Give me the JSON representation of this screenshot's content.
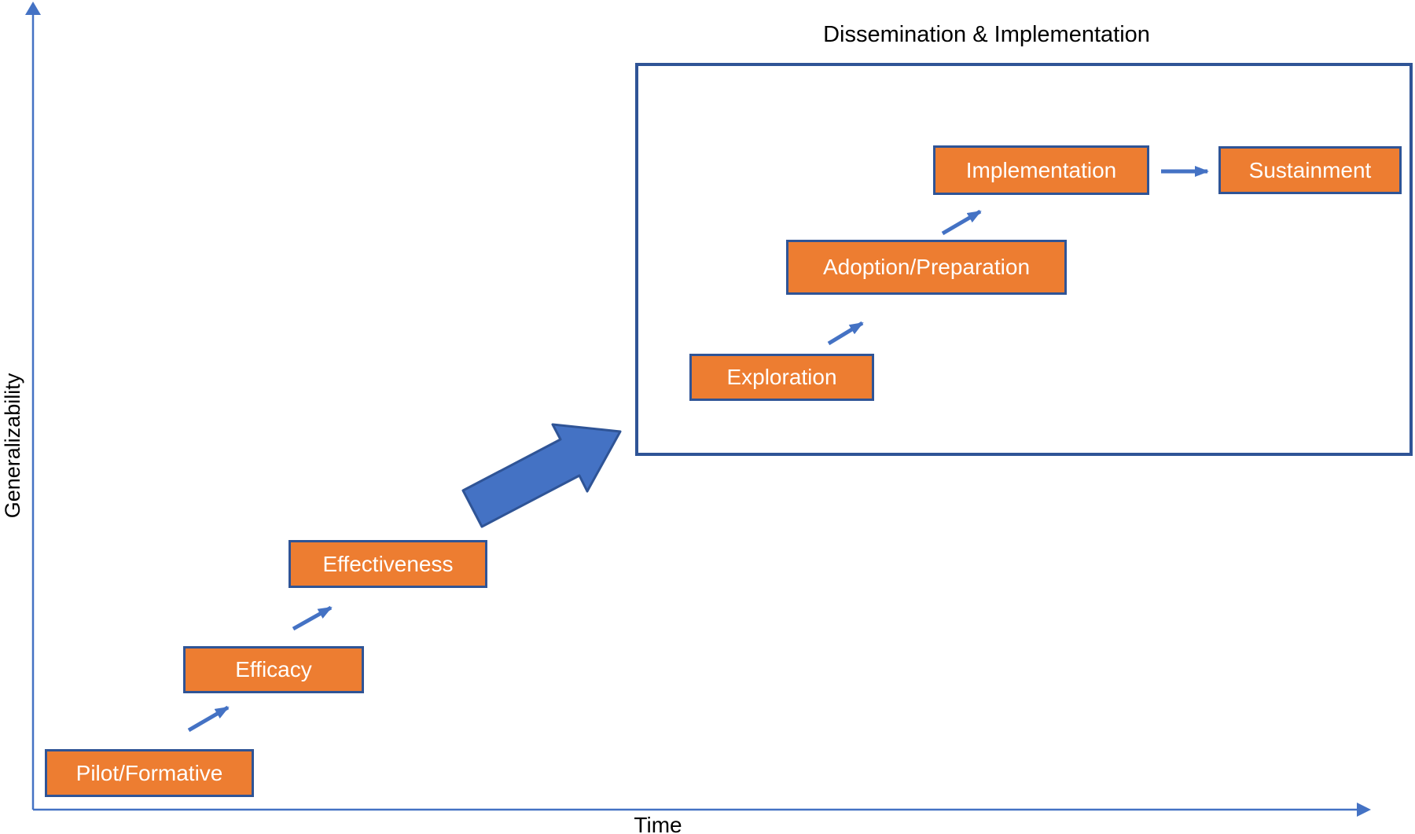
{
  "frame_title": "Dissemination & Implementation",
  "axes": {
    "y_label": "Generalizability",
    "x_label": "Time"
  },
  "pipeline_stages": [
    {
      "label": "Pilot/Formative"
    },
    {
      "label": "Efficacy"
    },
    {
      "label": "Effectiveness"
    }
  ],
  "di_stages": [
    {
      "label": "Exploration"
    },
    {
      "label": "Adoption/Preparation"
    },
    {
      "label": "Implementation"
    },
    {
      "label": "Sustainment"
    }
  ],
  "icons": {
    "small_arrows": "up-right-arrow-icon",
    "big_arrow": "thick-up-right-arrow-icon",
    "axis_arrows": "axis-arrowhead-icon"
  },
  "colors": {
    "stage_fill": "#ED7D31",
    "stage_border": "#2F5496",
    "stage_text": "#FFFFFF",
    "arrow_blue": "#4472C4",
    "arrow_outline": "#2F5496",
    "frame_border": "#2F5496",
    "axis_color": "#4472C4",
    "title_text": "#000000"
  }
}
